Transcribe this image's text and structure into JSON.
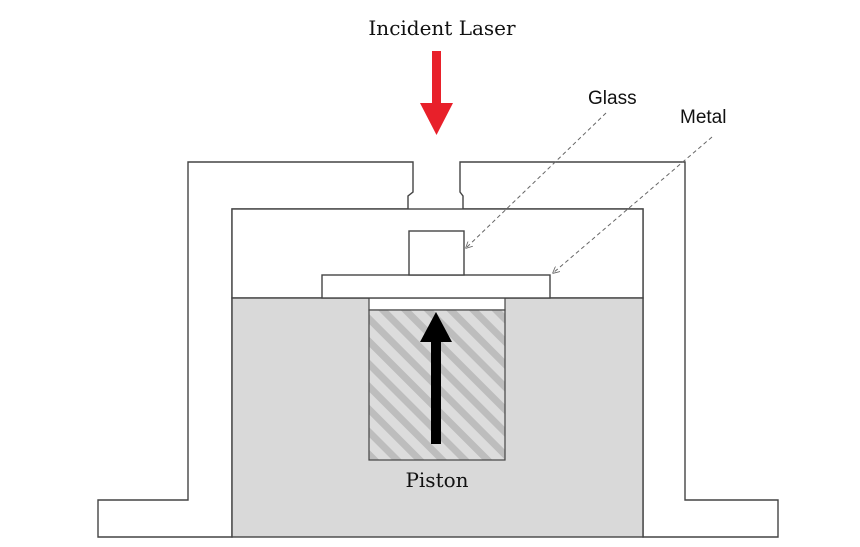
{
  "labels": {
    "incident_laser": "Incident Laser",
    "glass": "Glass",
    "metal": "Metal",
    "piston": "Piston"
  },
  "colors": {
    "laser_arrow": "#e8202a",
    "piston_arrow": "#000000",
    "lower_body_fill": "#d9d9d9",
    "piston_hatch": "#b8b8b8"
  },
  "icons": {
    "laser": "down-arrow-icon",
    "piston_motion": "up-arrow-icon"
  }
}
